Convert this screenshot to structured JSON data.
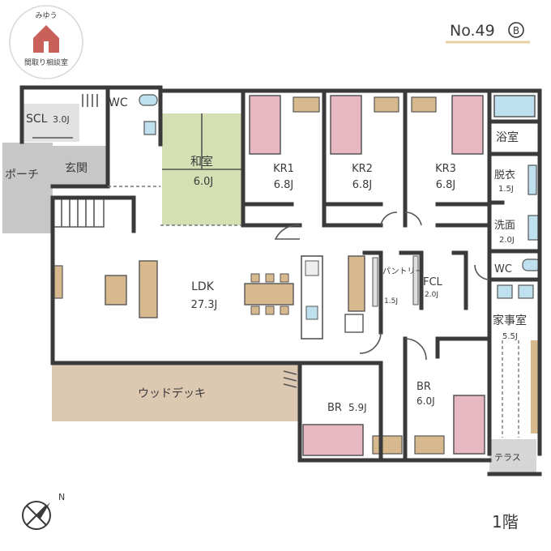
{
  "logo": {
    "top_text": "みゆう",
    "bottom_text": "間取り相談室"
  },
  "plan_number": "No.49",
  "plan_variant": "B",
  "floor_label": "1階",
  "compass": {
    "north_mark": "N"
  },
  "colors": {
    "tatami": "#d4e0b4",
    "bed": "#e8b8c2",
    "wood": "#d8b98e",
    "deck": "#ddc8b2",
    "porch": "#c7c7c7",
    "bath": "#bfe1ef",
    "logo_house": "#c9605a",
    "plan_underline": "#e6cfa2"
  },
  "rooms": {
    "scl": {
      "name": "SCL",
      "size": "3.0J"
    },
    "wc1": {
      "name": "WC"
    },
    "porch": {
      "name": "ポーチ"
    },
    "entrance": {
      "name": "玄関"
    },
    "washitsu": {
      "name": "和室",
      "size": "6.0J"
    },
    "kr1": {
      "name": "KR1",
      "size": "6.8J"
    },
    "kr2": {
      "name": "KR2",
      "size": "6.8J"
    },
    "kr3": {
      "name": "KR3",
      "size": "6.8J"
    },
    "bath": {
      "name": "浴室"
    },
    "dressing": {
      "name": "脱衣",
      "size": "1.5J"
    },
    "washroom": {
      "name": "洗面",
      "size": "2.0J"
    },
    "wc2": {
      "name": "WC"
    },
    "ldk": {
      "name": "LDK",
      "size": "27.3J"
    },
    "pantry": {
      "name": "パントリー",
      "size": "1.5J"
    },
    "fcl": {
      "name": "FCL",
      "size": "2.0J"
    },
    "housework": {
      "name": "家事室",
      "size": "5.5J"
    },
    "br1": {
      "name": "BR",
      "size": "5.9J"
    },
    "br2": {
      "name": "BR",
      "size": "6.0J"
    },
    "deck": {
      "name": "ウッドデッキ"
    },
    "terrace": {
      "name": "テラス"
    }
  }
}
